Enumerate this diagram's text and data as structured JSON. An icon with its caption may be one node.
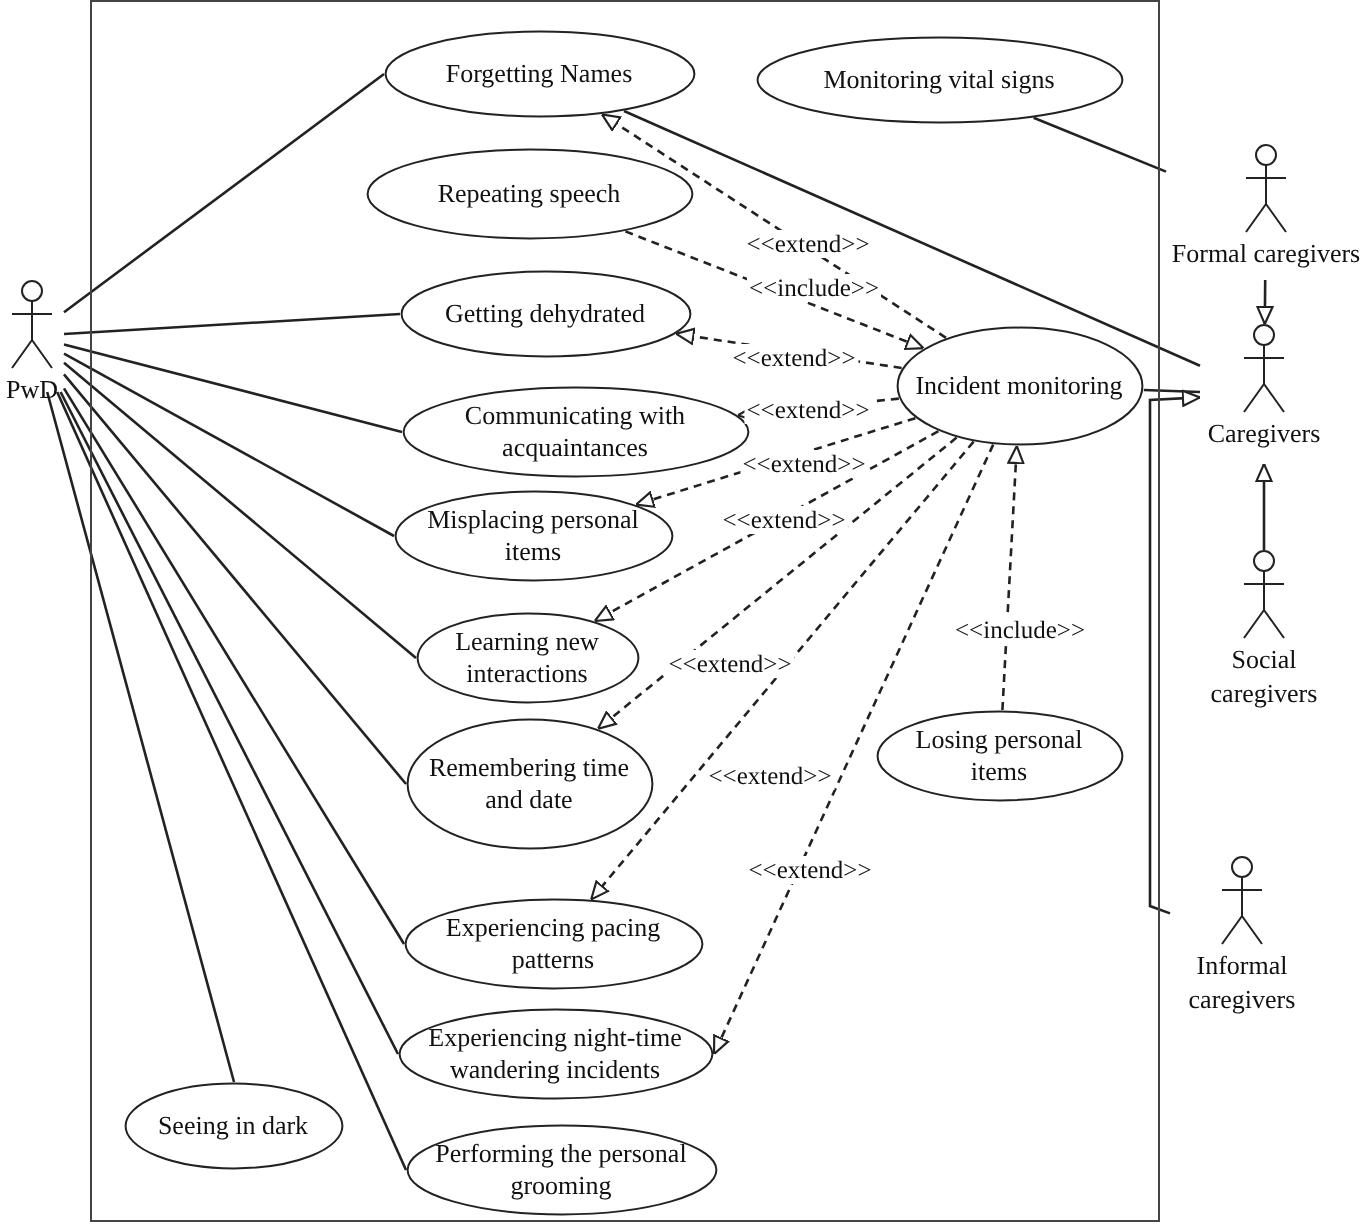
{
  "diagram": {
    "nodes": [
      {
        "text": [
          "PwD"
        ]
      },
      {
        "text": [],
        "shape": "box"
      },
      {
        "text": [
          "Forgetting Names"
        ],
        "in": 1
      },
      {
        "text": [
          "Monitoring vital signs"
        ],
        "in": 1
      },
      {
        "text": [
          "Repeating speech"
        ],
        "in": 1
      },
      {
        "text": [
          "Getting dehydrated"
        ],
        "in": 1
      },
      {
        "text": [
          "Incident monitoring"
        ],
        "in": 1
      },
      {
        "text": [
          "Communicating with acquaintances"
        ],
        "in": 1
      },
      {
        "text": [
          "Misplacing personal items"
        ],
        "in": 1
      },
      {
        "text": [
          "Learning new interactions"
        ],
        "in": 1
      },
      {
        "text": [
          "Remembering time and date"
        ],
        "in": 1
      },
      {
        "text": [
          "Losing personal items"
        ],
        "in": 1
      },
      {
        "text": [
          "Experiencing pacing patterns"
        ],
        "in": 1
      },
      {
        "text": [
          "Experiencing night-time wandering incidents"
        ],
        "in": 1
      },
      {
        "text": [
          "Seeing in dark"
        ],
        "in": 1
      },
      {
        "text": [
          "Performing the personal grooming"
        ],
        "in": 1
      },
      {
        "text": [
          "Formal caregivers"
        ]
      },
      {
        "text": [
          "Caregivers"
        ]
      },
      {
        "text": [
          "Social caregivers"
        ]
      },
      {
        "text": [
          "Informal caregivers"
        ]
      }
    ],
    "edges": [
      {
        "from": 0,
        "to": 2,
        "arrow": "none"
      },
      {
        "from": 0,
        "to": 5,
        "arrow": "none"
      },
      {
        "from": 0,
        "to": 7,
        "arrow": "none"
      },
      {
        "from": 0,
        "to": 8,
        "arrow": "none"
      },
      {
        "from": 0,
        "to": 9,
        "arrow": "none"
      },
      {
        "from": 0,
        "to": 10,
        "arrow": "none"
      },
      {
        "from": 0,
        "to": 12,
        "arrow": "none"
      },
      {
        "from": 0,
        "to": 13,
        "arrow": "none"
      },
      {
        "from": 0,
        "to": 15,
        "arrow": "none"
      },
      {
        "from": 0,
        "to": 14,
        "arrow": "none"
      },
      {
        "from": 2,
        "to": 17,
        "arrow": "none"
      },
      {
        "from": 3,
        "to": 16,
        "arrow": "none"
      },
      {
        "from": 6,
        "to": 17,
        "arrow": "none"
      },
      {
        "from": 16,
        "to": 17,
        "arrow": "to"
      },
      {
        "from": 18,
        "to": 17,
        "arrow": "to"
      },
      {
        "from": 19,
        "to": 17,
        "arrow": "to"
      },
      {
        "from": 6,
        "to": 2,
        "arrow": "to",
        "style": "dashed",
        "label": "<<extend>>"
      },
      {
        "from": 4,
        "to": 6,
        "arrow": "to",
        "style": "dashed",
        "label": "<<include>>"
      },
      {
        "from": 6,
        "to": 5,
        "arrow": "to",
        "style": "dashed",
        "label": "<<extend>>"
      },
      {
        "from": 6,
        "to": 7,
        "arrow": "to",
        "style": "dashed",
        "label": "<<extend>>"
      },
      {
        "from": 6,
        "to": 8,
        "arrow": "to",
        "style": "dashed",
        "label": "<<extend>>"
      },
      {
        "from": 6,
        "to": 9,
        "arrow": "to",
        "style": "dashed",
        "label": "<<extend>>"
      },
      {
        "from": 6,
        "to": 10,
        "arrow": "to",
        "style": "dashed",
        "label": "<<extend>>"
      },
      {
        "from": 6,
        "to": 12,
        "arrow": "to",
        "style": "dashed",
        "label": "<<extend>>"
      },
      {
        "from": 6,
        "to": 13,
        "arrow": "to",
        "style": "dashed",
        "label": "<<extend>>"
      },
      {
        "from": 11,
        "to": 6,
        "arrow": "to",
        "style": "dashed",
        "label": "<<include>>"
      }
    ]
  }
}
